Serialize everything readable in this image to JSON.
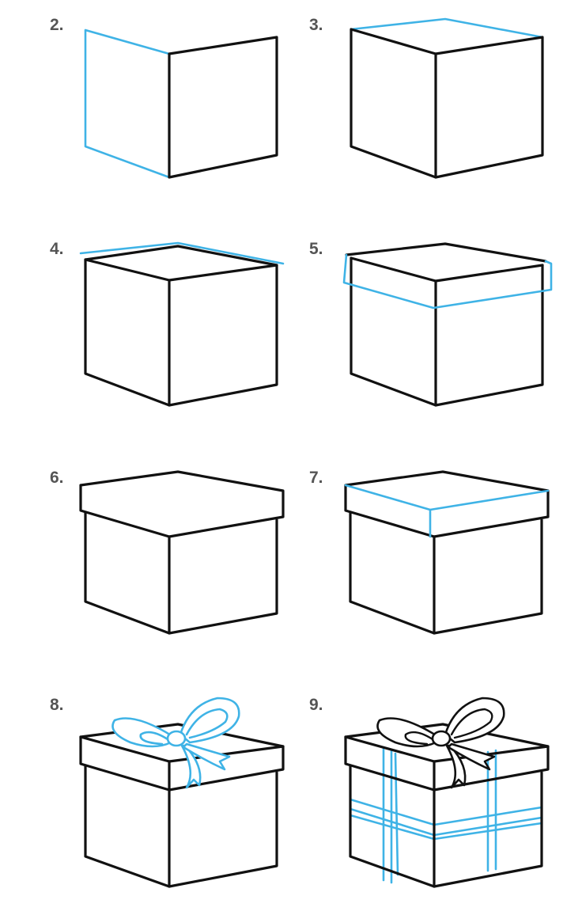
{
  "steps": [
    {
      "label": "2."
    },
    {
      "label": "3."
    },
    {
      "label": "4."
    },
    {
      "label": "5."
    },
    {
      "label": "6."
    },
    {
      "label": "7."
    },
    {
      "label": "8."
    },
    {
      "label": "9."
    }
  ],
  "colors": {
    "outline": "#111111",
    "new_stroke": "#3fb3e6",
    "label": "#555555"
  }
}
